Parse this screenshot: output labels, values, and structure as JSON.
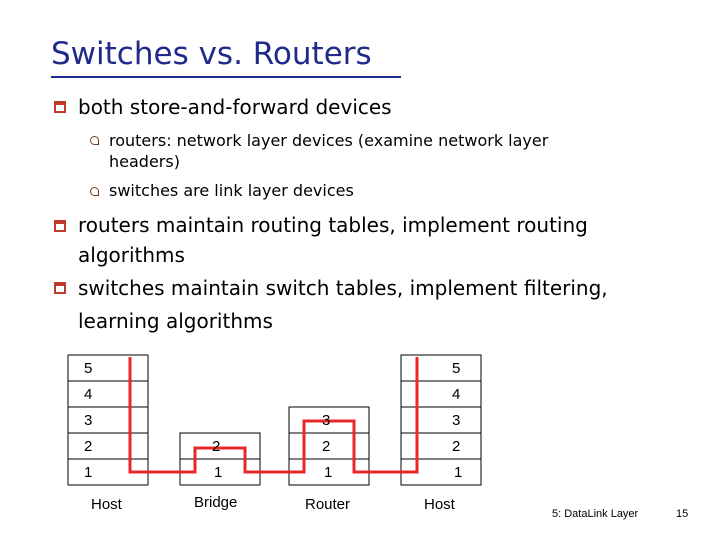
{
  "slide": {
    "title": "Switches vs. Routers",
    "bullets": [
      "both store-and-forward devices",
      "routers maintain routing tables, implement routing",
      "algorithms",
      "switches maintain switch tables, implement filtering,",
      "learning algorithms"
    ],
    "sub_bullets": [
      "routers: network layer devices (examine network layer",
      "headers)",
      "switches are link layer devices"
    ]
  },
  "diagram": {
    "host_left": {
      "label": "Host",
      "layers": [
        "5",
        "4",
        "3",
        "2",
        "1"
      ]
    },
    "bridge": {
      "label": "Bridge",
      "layers": [
        "2",
        "1"
      ]
    },
    "router": {
      "label": "Router",
      "layers": [
        "3",
        "2",
        "1"
      ]
    },
    "host_right": {
      "label": "Host",
      "layers": [
        "5",
        "4",
        "3",
        "2",
        "1"
      ]
    },
    "path_color": "#e8282b"
  },
  "footer": {
    "chapter": "5: DataLink Layer",
    "page": "15"
  }
}
